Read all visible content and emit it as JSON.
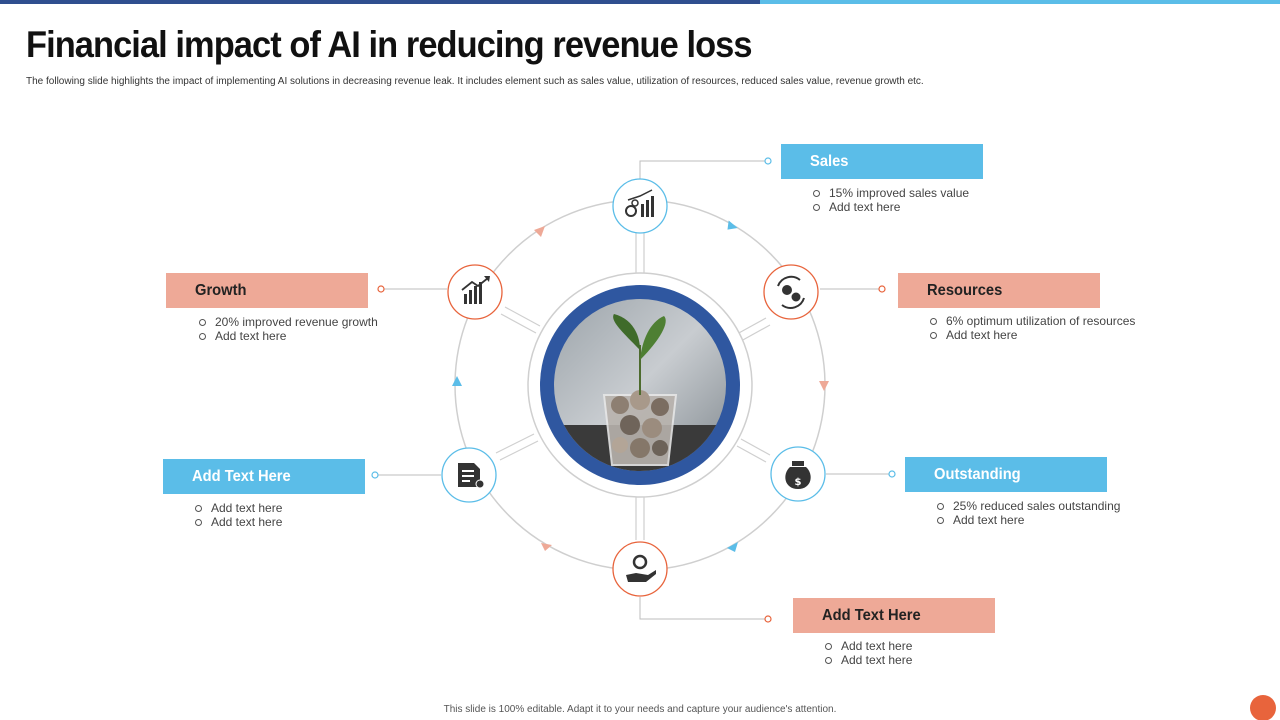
{
  "slide": {
    "title": "Financial impact of AI in reducing revenue loss",
    "subtitle": "The following slide highlights the impact of implementing  AI solutions in decreasing revenue leak. It includes element such as sales value, utilization of resources, reduced sales value, revenue growth etc.",
    "footer": "This slide is 100% editable. Adapt it to your needs and capture your audience's attention."
  },
  "colors": {
    "blue": "#5bbde8",
    "salmon": "#eea997",
    "navy": "#2f4f8f",
    "orange_accent": "#e8643c"
  },
  "nodes": [
    {
      "id": "sales",
      "label": "Sales",
      "color": "blue",
      "icon": "chart-growth-icon",
      "bullets": [
        "15% improved sales value",
        "Add text here"
      ]
    },
    {
      "id": "resources",
      "label": "Resources",
      "color": "salmon",
      "icon": "gears-cycle-icon",
      "bullets": [
        "6% optimum utilization of resources",
        "Add text here"
      ]
    },
    {
      "id": "outstanding",
      "label": "Outstanding",
      "color": "blue",
      "icon": "money-bag-icon",
      "bullets": [
        "25% reduced sales outstanding",
        "Add text here"
      ]
    },
    {
      "id": "bottom",
      "label": "Add Text Here",
      "color": "salmon",
      "icon": "hand-gear-icon",
      "bullets": [
        "Add text here",
        "Add text here"
      ]
    },
    {
      "id": "left",
      "label": "Add Text Here",
      "color": "blue",
      "icon": "document-money-icon",
      "bullets": [
        "Add text here",
        "Add text here"
      ]
    },
    {
      "id": "growth",
      "label": "Growth",
      "color": "salmon",
      "icon": "growth-bars-icon",
      "bullets": [
        "20% improved revenue growth",
        "Add text here"
      ]
    }
  ],
  "center_image": "coins-jar-plant-image"
}
